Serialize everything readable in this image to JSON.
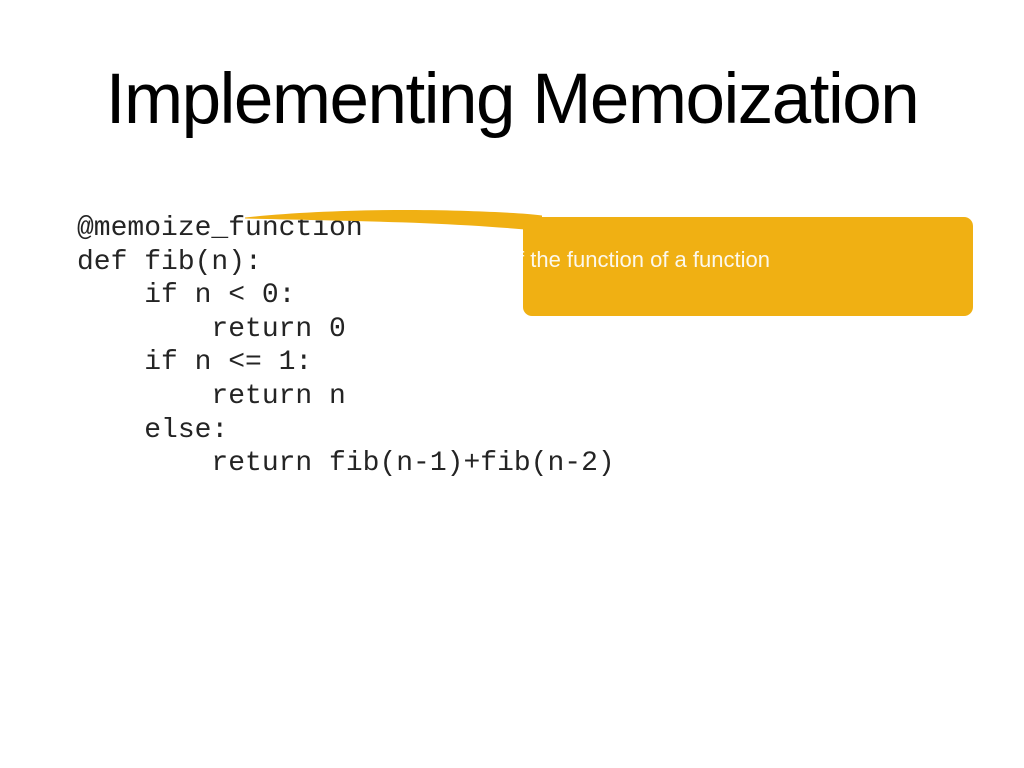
{
  "title": "Implementing Memoization",
  "code": "@memoize_function\ndef fib(n):\n    if n < 0:\n        return 0\n    if n <= 1:\n        return n\n    else:\n        return fib(n-1)+fib(n-2)",
  "callout": {
    "text": "f the function of a function"
  },
  "colors": {
    "highlight": "#F0B013",
    "callout_text": "#FCF8EC",
    "title_text": "#000000",
    "code_text": "#242424",
    "background": "#FFFFFF"
  }
}
